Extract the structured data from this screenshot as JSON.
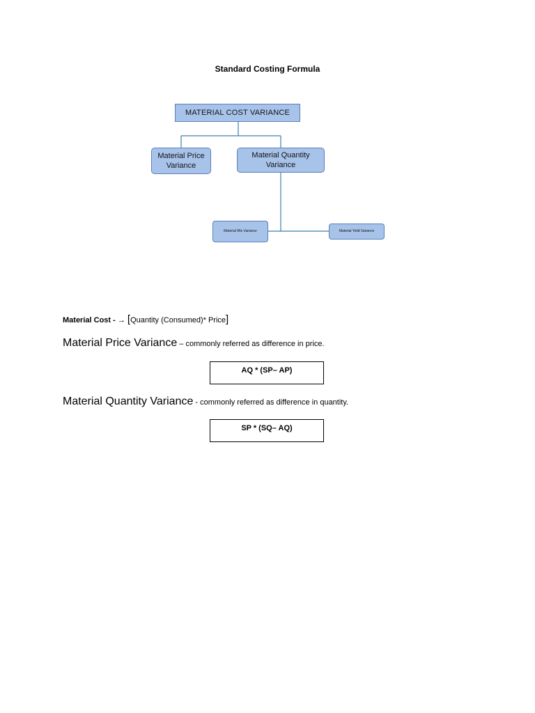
{
  "document": {
    "title": "Standard Costing Formula"
  },
  "diagram": {
    "root": "MATERIAL COST VARIANCE",
    "price_variance": "Material Price Variance",
    "quantity_variance": "Material Quantity Variance",
    "mix_variance": "Material Mix Variance",
    "yield_variance": "Material Yeild Variance",
    "connector_color": "#3f7fa3",
    "node_fill": "#a8c3ea"
  },
  "formula_lines": {
    "material_cost": {
      "label": "Material Cost -",
      "arrow": "→",
      "bracket_open": "[",
      "expression": "Quantity (Consumed)* Price",
      "bracket_close": "]"
    },
    "price_variance": {
      "title": "Material Price Variance",
      "description": " – commonly referred as difference in price.",
      "formula": "AQ * (SP– AP)"
    },
    "quantity_variance": {
      "title": "Material Quantity Variance",
      "description": " - commonly referred as difference in quantity.",
      "formula": "SP * (SQ– AQ)"
    }
  }
}
